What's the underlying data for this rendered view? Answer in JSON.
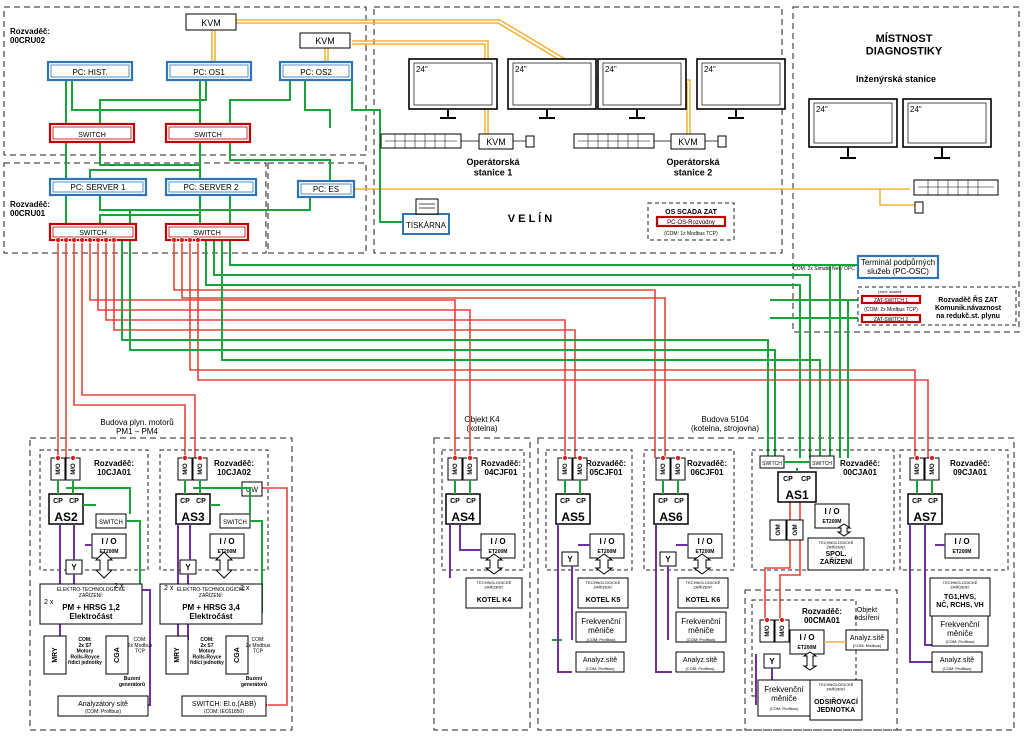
{
  "zones": {
    "cru02": "Rozvaděč:\n00CRU02",
    "cru01": "Rozvaděč:\n00CRU01",
    "velin": "V E L Í N",
    "diag_title": "MÍSTNOST\nDIAGNOSTIKY",
    "eng_station": "Inženýrská stanice",
    "plyn_motoru": "Budova plyn. motorů\nPM1 – PM4",
    "k4": "Objekt K4\n(kotelna)",
    "b5104": "Budova 5104\n(kotelna, strojovna)",
    "odsireni": "Objekt\nodsíření"
  },
  "control_room": {
    "kvm_top": "KVM",
    "kvm2": "KVM",
    "pc_hist": "PC: HIST.",
    "pc_os1": "PC: OS1",
    "pc_os2": "PC: OS2",
    "switch_a": "SWITCH",
    "switch_b": "SWITCH",
    "pc_server1": "PC: SERVER 1",
    "pc_server2": "PC: SERVER 2",
    "pc_es": "PC: ES",
    "switch_c": "SWITCH",
    "switch_d": "SWITCH",
    "tiskarna": "TISKÁRNA",
    "monitor_size": "24\"",
    "kvm_op1": "KVM",
    "kvm_op2": "KVM",
    "op1": "Operátorská\nstanice 1",
    "op2": "Operátorská\nstanice 2",
    "scada_title": "OS SCADA ZAT",
    "scada_pc": "PC-OS-Rozvodny",
    "scada_com": "(COM: 1x Modbus TCP)"
  },
  "diagnostics": {
    "osc_com": "COM: 2x Simatic Net / OPC",
    "osc_label": "Terminál podpůrných\nslužeb (PC-OSC)",
    "zat_note": "pozn. svazek",
    "zat_sw1": "ZAT-SWITCH 1",
    "zat_sw_com": "(COM: 2x Modbus TCP)",
    "zat_sw2": "ZAT-SWITCH 2",
    "zat_title": "Rozvaděč  ŘS ZAT\nKomunik.návaznost\nna redukč.st. plynu"
  },
  "cabinets": {
    "cja01": "Rozvaděč:\n10CJA01",
    "cja02": "Rozvaděč:\n10CJA02",
    "cjf01": "Rozvaděč:\n04CJF01",
    "cjf05": "Rozvaděč:\n05CJF01",
    "cjf06": "Rozvaděč:\n06CJF01",
    "cja00": "Rozvaděč:\n00CJA01",
    "cja09": "Rozvaděč:\n09CJA01",
    "cma01": "Rozvaděč:\n00CMA01"
  },
  "modules": {
    "mo": "M/O",
    "cp": "CP",
    "as2": "AS2",
    "as3": "AS3",
    "as4": "AS4",
    "as5": "AS5",
    "as6": "AS6",
    "as1": "AS1",
    "as7": "AS7",
    "io": "I / O",
    "et200m": "ET200M",
    "switch": "SWITCH",
    "y": "Y",
    "gw": "GW",
    "om": "O/M"
  },
  "equipment": {
    "tech_label": "ELEKTRO-TECHNOLOGICKÉ\nZAŘÍZENÍ:",
    "pm12": "PM + HRSG 1,2\nElektročást",
    "pm34": "PM + HRSG 3,4\nElektročást",
    "two_x": "2 x",
    "mry": "MRY",
    "cga": "CGA",
    "motor_note": "COM:\n2x S7\nMotory\nRolls-Royce\nřídicí jednotky",
    "modbus_note": "COM:\n2x Modbus\nTCP",
    "buzeni": "Buzení\ngenerátorů",
    "analyzatory": "Analyzátory sítě",
    "analyzatory_com": "(COM: Profibus)",
    "switch_abb": "SWITCH: El.o.(ABB)",
    "abb_com": "(COM: IEC61850)",
    "tech_k": "TECHNOLOGICKÉ\nZAŘÍZENÍ:",
    "kotel_k4": "KOTEL  K4",
    "kotel_k5": "KOTEL  K5",
    "kotel_k6": "KOTEL  K6",
    "frekv": "Frekvenční\nměniče",
    "profibus": "(COM: Profibus)",
    "analyz_site": "Analyz.sítě",
    "spol": "SPOL.\nZAŘÍZENÍ",
    "tg_label": "TG1,HVS,\nNČ, RCHS, VH",
    "odsir": "ODSIŘOVACÍ\nJEDNOTKA",
    "modbus_com": "(COM: Modbus)"
  },
  "colors": {
    "ethernet": "#1aa33a",
    "fiber": "#e8443a",
    "kvm_link": "#f2b233",
    "profibus": "#7030a0",
    "pc_border": "#2e75b6",
    "switch_border": "#c00000"
  }
}
